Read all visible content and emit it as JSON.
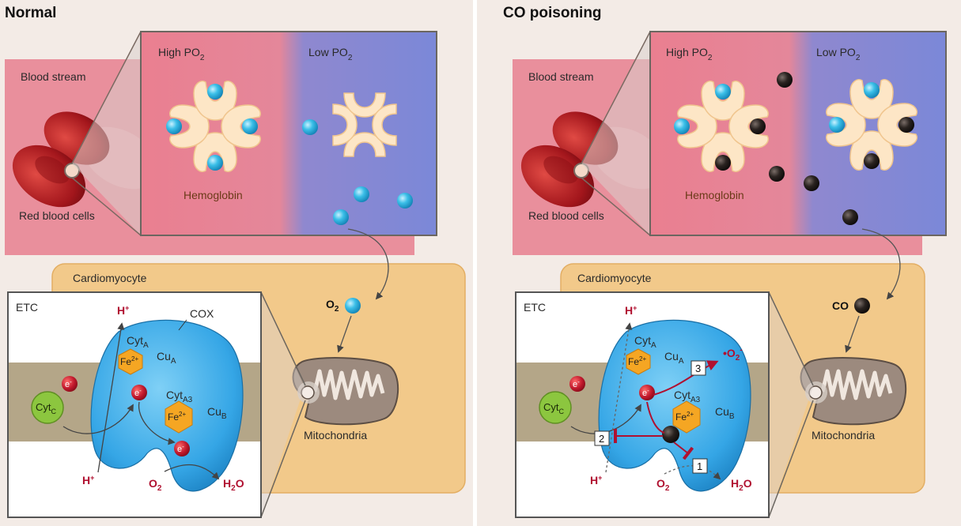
{
  "panels": [
    {
      "key": "normal",
      "title": "Normal",
      "blood_stream": "Blood stream",
      "red_blood_cells": "Red blood cells",
      "high_po2": "High PO",
      "low_po2": "Low PO",
      "po2_sub": "2",
      "hemoglobin": "Hemoglobin",
      "cardiomyocyte": "Cardiomyocyte",
      "gas_label": "O",
      "gas_sub": "2",
      "mitochondria": "Mitochondria",
      "etc": "ETC",
      "cox": "COX",
      "h_plus": "H",
      "plus": "+",
      "cyt_a": "Cyt",
      "cyt_a_sub": "A",
      "cu_a": "Cu",
      "cu_a_sub": "A",
      "cyt_a3": "Cyt",
      "cyt_a3_sub": "A3",
      "cu_b": "Cu",
      "cu_b_sub": "B",
      "fe": "Fe",
      "fe_sup": "2+",
      "electron": "e",
      "electron_sup": "-",
      "cyt_c": "Cyt",
      "cyt_c_sub": "C",
      "o2": "O",
      "o2_sub": "2",
      "h2o_h": "H",
      "h2o_sub": "2",
      "h2o_o": "O"
    },
    {
      "key": "co",
      "title": "CO poisoning",
      "blood_stream": "Blood stream",
      "red_blood_cells": "Red blood cells",
      "high_po2": "High PO",
      "low_po2": "Low PO",
      "po2_sub": "2",
      "hemoglobin": "Hemoglobin",
      "cardiomyocyte": "Cardiomyocyte",
      "gas_label": "CO",
      "gas_sub": "",
      "mitochondria": "Mitochondria",
      "etc": "ETC",
      "h_plus": "H",
      "plus": "+",
      "cyt_a": "Cyt",
      "cyt_a_sub": "A",
      "cu_a": "Cu",
      "cu_a_sub": "A",
      "cyt_a3": "Cyt",
      "cyt_a3_sub": "A3",
      "cu_b": "Cu",
      "cu_b_sub": "B",
      "fe": "Fe",
      "fe_sup": "2+",
      "electron": "e",
      "electron_sup": "-",
      "cyt_c": "Cyt",
      "cyt_c_sub": "C",
      "o2": "O",
      "o2_sub": "2",
      "h2o_h": "H",
      "h2o_sub": "2",
      "h2o_o": "O",
      "superoxide": "•O",
      "superoxide_sub": "2",
      "superoxide_sup": "-",
      "step1": "1",
      "step2": "2",
      "step3": "3"
    }
  ],
  "colors": {
    "panel_bg": "#f3ebe6",
    "blood_pink": "#e97d8e",
    "low_blue": "#7b88d8",
    "cardiomyocyte": "#f2c98a",
    "cox_blue": "#35a6e6",
    "membrane": "#b4a688",
    "fe_orange": "#f5a623",
    "cyt_c_green": "#8cc63f",
    "electron_red": "#c0182c",
    "co_black": "#2a2320",
    "o2_cyan": "#3bbfe8",
    "label_red": "#b01030"
  }
}
